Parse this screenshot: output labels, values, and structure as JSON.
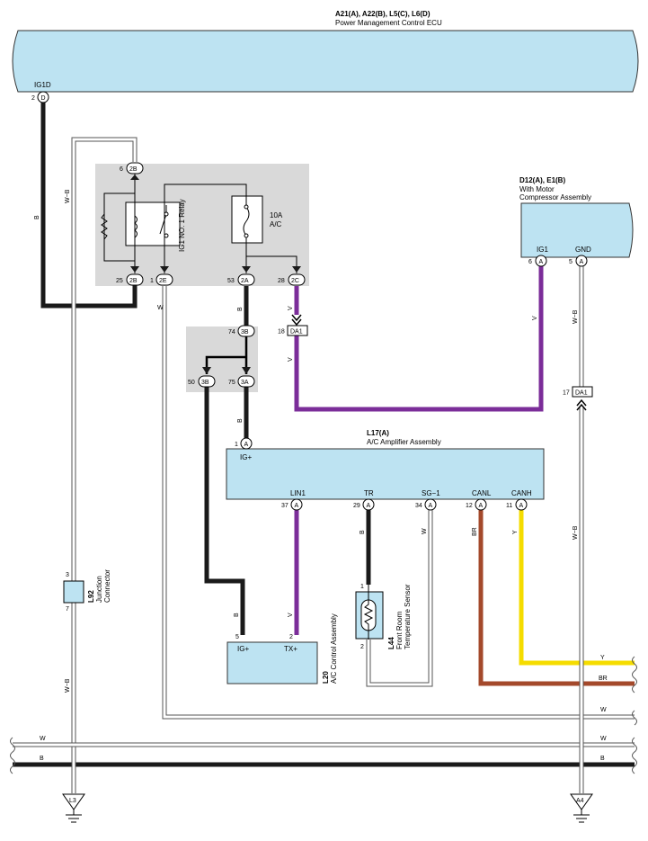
{
  "ecu": {
    "title": "A21(A), A22(B), L5(C), L6(D)",
    "subtitle": "Power Management Control ECU",
    "pin_label": "IG1D",
    "pin_num": "2",
    "pin_letter": "D"
  },
  "relay_box": {
    "relay_name": "IG1 NO. 1 Relay",
    "fuse_rating": "10A",
    "fuse_name": "A/C",
    "top_pin_num": "6",
    "top_pin": "2B",
    "p25_num": "25",
    "p25": "2B",
    "p1_num": "1",
    "p1": "2E",
    "p53_num": "53",
    "p53": "2A",
    "p28_num": "28",
    "p28": "2C"
  },
  "jbox2": {
    "p74_num": "74",
    "p74": "3B",
    "p50_num": "50",
    "p50": "3B",
    "p75_num": "75",
    "p75": "3A"
  },
  "compressor": {
    "title": "D12(A), E1(B)",
    "sub1": "With Motor",
    "sub2": "Compressor Assembly",
    "ig1": "IG1",
    "gnd": "GND",
    "ig1_num": "6",
    "ig1_pin": "A",
    "gnd_num": "5",
    "gnd_pin": "A"
  },
  "amplifier": {
    "title": "L17(A)",
    "subtitle": "A/C Amplifier Assembly",
    "ig_label": "IG+",
    "ig_num": "1",
    "ig_pin": "A",
    "lin1": "LIN1",
    "tr": "TR",
    "sg1": "SG−1",
    "canl": "CANL",
    "canh": "CANH",
    "lin1_num": "37",
    "tr_num": "29",
    "sg1_num": "34",
    "canl_num": "12",
    "canh_num": "11",
    "pin_letter": "A"
  },
  "control": {
    "title": "L20",
    "subtitle": "A/C Control Assembly",
    "ig": "IG+",
    "tx": "TX+",
    "ig_num": "5",
    "tx_num": "2"
  },
  "sensor": {
    "title": "L44",
    "sub1": "Front Room",
    "sub2": "Temperature Sensor",
    "n1": "1",
    "n2": "2"
  },
  "junction": {
    "title": "L92",
    "sub1": "Junction",
    "sub2": "Connector",
    "n3": "3",
    "n7": "7"
  },
  "connectors": {
    "da1_top": "DA1",
    "da1_top_num": "18",
    "da1_right": "DA1",
    "da1_right_num": "17"
  },
  "grounds": {
    "left": "L3",
    "right": "A4"
  },
  "wires": {
    "b": "B",
    "wb": "W−B",
    "w": "W",
    "v": "V",
    "br": "BR",
    "y": "Y"
  },
  "colors": {
    "component_fill": "#bde3f2",
    "box_fill": "#d9d9d9",
    "wire_black": "#1a1a1a",
    "wire_violet": "#7b2d99",
    "wire_brown": "#a4492b",
    "wire_yellow": "#f5dc00"
  }
}
